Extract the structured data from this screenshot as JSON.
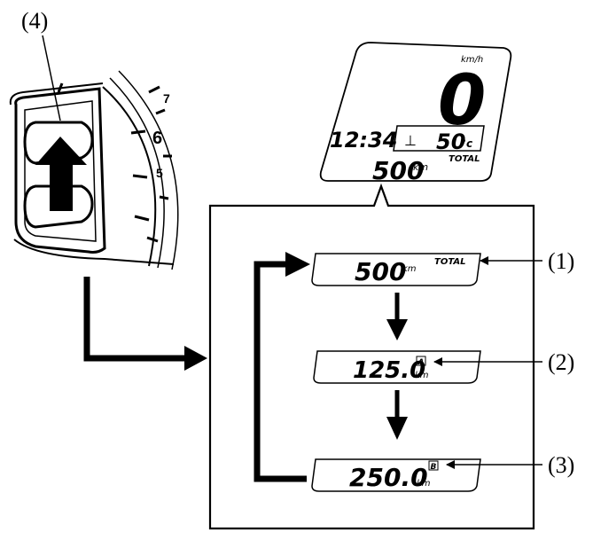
{
  "callouts": {
    "c1": "(1)",
    "c2": "(2)",
    "c3": "(3)",
    "c4": "(4)"
  },
  "gauge": {
    "tick_7": "7",
    "tick_6": "6",
    "tick_5": "5"
  },
  "display": {
    "speed_unit": "km/h",
    "speed": "0",
    "clock": "12:34",
    "temperature": "50",
    "temperature_unit": "°c",
    "odometer_mode": "TOTAL",
    "odometer": "500",
    "odometer_unit": "km"
  },
  "modes": [
    {
      "value": "500",
      "unit": "km",
      "tag": "TOTAL"
    },
    {
      "value": "125.0",
      "unit": "km",
      "tag": "A"
    },
    {
      "value": "250.0",
      "unit": "km",
      "tag": "B"
    }
  ]
}
